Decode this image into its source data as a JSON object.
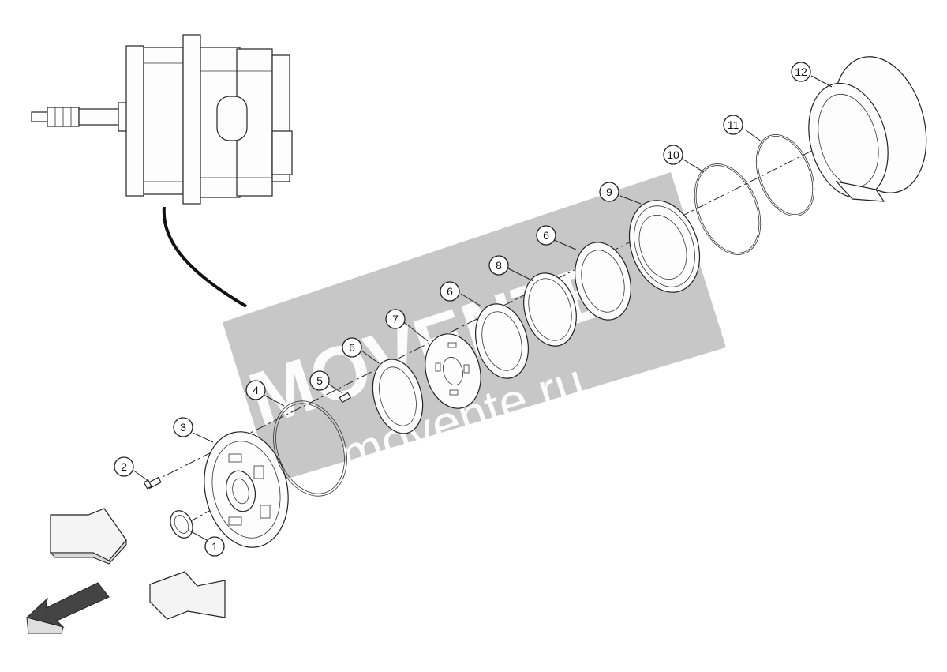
{
  "watermark": {
    "brand": "MOVENTE",
    "domain": "movente.ru",
    "color": "#b9b9b9"
  },
  "callouts": [
    {
      "label": "1"
    },
    {
      "label": "2"
    },
    {
      "label": "3"
    },
    {
      "label": "4"
    },
    {
      "label": "5"
    },
    {
      "label": "6"
    },
    {
      "label": "7"
    },
    {
      "label": "6"
    },
    {
      "label": "8"
    },
    {
      "label": "6"
    },
    {
      "label": "9"
    },
    {
      "label": "10"
    },
    {
      "label": "11"
    },
    {
      "label": "12"
    }
  ],
  "colors": {
    "line": "#222222",
    "arrow_fill": "#f4f4f4",
    "arrow_dark": "#333333"
  }
}
